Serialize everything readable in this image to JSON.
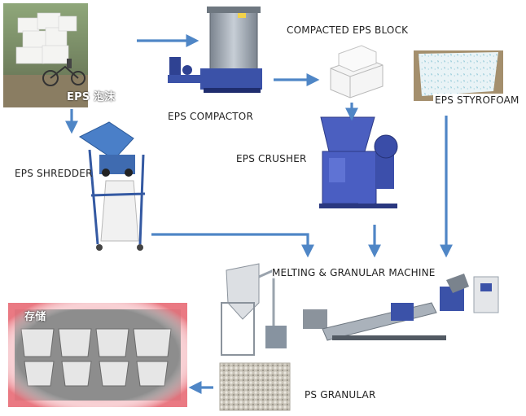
{
  "labels": {
    "eps_source": "EPS 泡沫",
    "eps_compactor": "EPS COMPACTOR",
    "compacted_block": "COMPACTED EPS BLOCK",
    "eps_styrofoam": "EPS STYROFOAM",
    "eps_shredder": "EPS SHREDDER",
    "eps_crusher": "EPS CRUSHER",
    "melting_machine": "MELTING & GRANULAR MACHINE",
    "storage": "存储",
    "ps_granular": "PS GRANULAR"
  },
  "colors": {
    "arrow": "#4f86c6",
    "machine_blue": "#3b52a8",
    "machine_steel": "#9aa3ad",
    "storage_glow": "#e8707a"
  }
}
